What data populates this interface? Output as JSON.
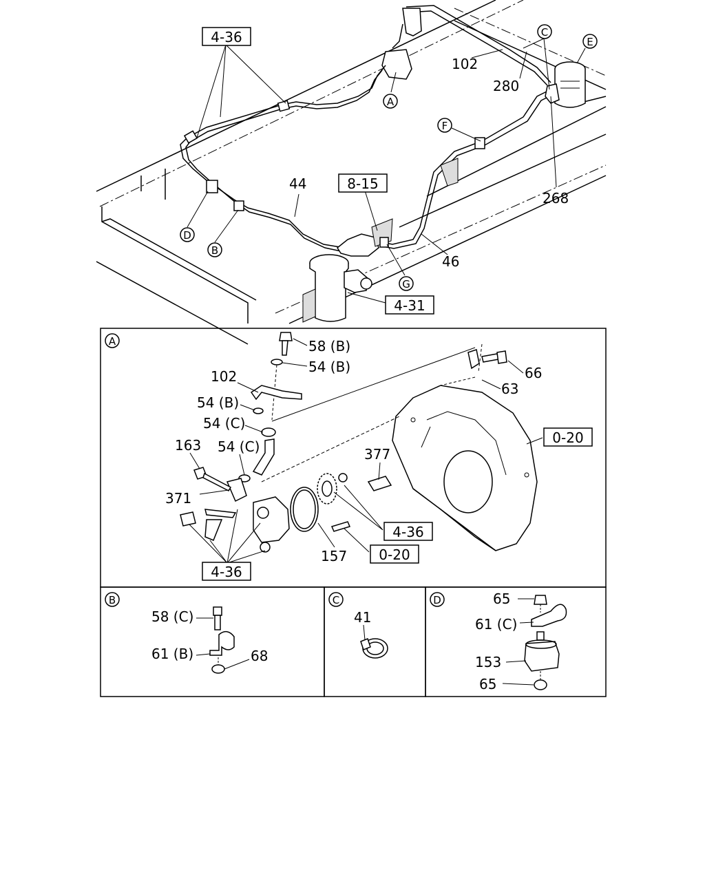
{
  "refs": {
    "top_4_36": "4-36",
    "top_8_15": "8-15",
    "top_4_31": "4-31",
    "a_0_20_right": "0-20",
    "a_4_36_mid": "4-36",
    "a_0_20_mid": "0-20",
    "a_4_36_bottom": "4-36"
  },
  "callouts": {
    "A": "A",
    "B": "B",
    "C": "C",
    "D": "D",
    "E": "E",
    "F": "F",
    "G": "G"
  },
  "top_labels": {
    "p102": "102",
    "p280": "280",
    "p268": "268",
    "p44": "44",
    "p46": "46"
  },
  "section_a": {
    "letter": "A",
    "labels": {
      "p58b": "58 (B)",
      "p54b_top": "54 (B)",
      "p102": "102",
      "p54b_mid": "54 (B)",
      "p54c_mid": "54 (C)",
      "p163": "163",
      "p54c_low": "54 (C)",
      "p371": "371",
      "p377": "377",
      "p157": "157",
      "p66": "66",
      "p63": "63"
    }
  },
  "section_b": {
    "letter": "B",
    "labels": {
      "p58c": "58 (C)",
      "p61b": "61 (B)",
      "p68": "68"
    }
  },
  "section_c": {
    "letter": "C",
    "labels": {
      "p41": "41"
    }
  },
  "section_d": {
    "letter": "D",
    "labels": {
      "p65_top": "65",
      "p61c": "61 (C)",
      "p153": "153",
      "p65_bottom": "65"
    }
  }
}
